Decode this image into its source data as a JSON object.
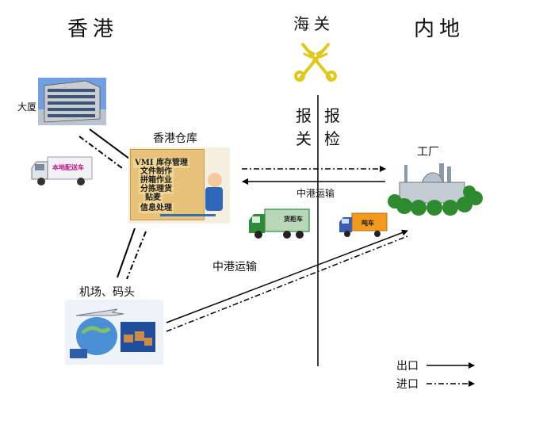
{
  "regions": {
    "hong_kong": "香港",
    "mainland": "内地",
    "customs": "海关"
  },
  "declarations": {
    "col1": [
      "报",
      "关"
    ],
    "col2": [
      "报",
      "检"
    ]
  },
  "nodes": {
    "building": "大厦",
    "warehouse": "香港仓库",
    "warehouse_tasks": [
      "VMI 库存管理",
      "文件制作",
      "拼箱作业",
      "分拣理货",
      "贴麦",
      "信息处理"
    ],
    "airport_port": "机场、码头",
    "factory": "工厂"
  },
  "vehicles": {
    "hk_van": "本地配送车",
    "container_truck": "货柜车",
    "small_truck": "吨车"
  },
  "routes": {
    "cross_border_upper": "中港运输",
    "cross_border_lower": "中港运输"
  },
  "legend": [
    {
      "label": "出口",
      "style": "solid"
    },
    {
      "label": "进口",
      "style": "dash-dot"
    }
  ],
  "colors": {
    "line": "#000000",
    "box_orange": "#e8c27a",
    "truck_green": "#2e8b3a",
    "truck_orange": "#f29a1d",
    "factory_gray": "#8a9aa6"
  }
}
